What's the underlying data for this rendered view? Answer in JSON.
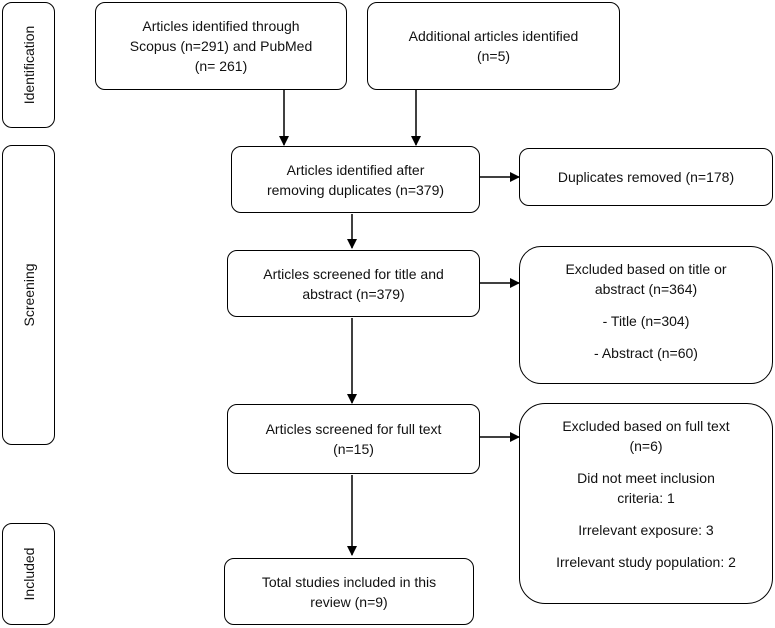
{
  "stages": {
    "identification": "Identification",
    "screening": "Screening",
    "included": "Included"
  },
  "boxes": {
    "scopus_pubmed": [
      "Articles identified through",
      "Scopus (n=291) and PubMed",
      "(n= 261)"
    ],
    "additional": [
      "Additional articles identified",
      "(n=5)"
    ],
    "after_duplicates": [
      "Articles identified after",
      "removing duplicates (n=379)"
    ],
    "duplicates_removed": [
      "Duplicates removed (n=178)"
    ],
    "screened_title_abstract": [
      "Articles screened for title and",
      "abstract (n=379)"
    ],
    "excluded_title_abstract": {
      "heading": [
        "Excluded based on title or",
        "abstract (n=364)"
      ],
      "title": "- Title (n=304)",
      "abstract": "- Abstract (n=60)"
    },
    "screened_full_text": [
      "Articles screened for full text",
      "(n=15)"
    ],
    "excluded_full_text": {
      "heading": [
        "Excluded based on full text",
        "(n=6)"
      ],
      "criteria": [
        "Did not meet inclusion",
        "criteria: 1"
      ],
      "exposure": "Irrelevant exposure: 3",
      "population": "Irrelevant study population: 2"
    },
    "included_total": [
      "Total studies included in this",
      "review (n=9)"
    ]
  }
}
